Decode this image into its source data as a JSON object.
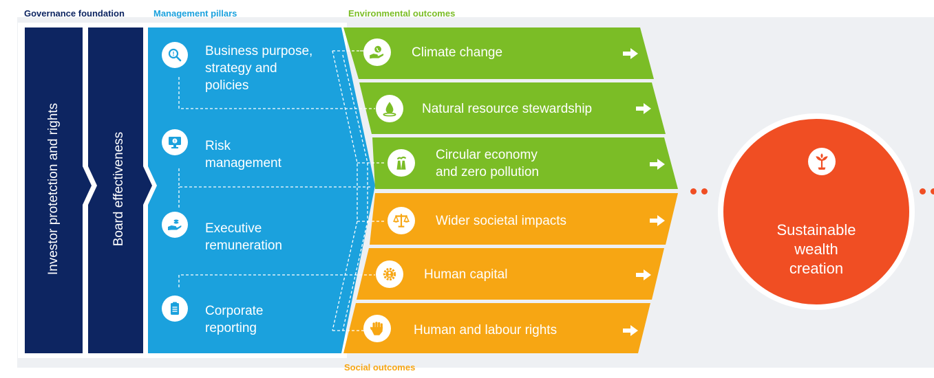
{
  "headers": {
    "governance": "Governance foundation",
    "management": "Management pillars",
    "environmental": "Environmental outcomes",
    "social": "Social outcomes"
  },
  "governance": [
    {
      "label": "Investor protetction and rights"
    },
    {
      "label": "Board effectiveness"
    }
  ],
  "pillars": [
    {
      "lines": [
        "Business purpose,",
        "strategy and",
        "policies"
      ],
      "icon": "magnifier-icon"
    },
    {
      "lines": [
        "Risk",
        "management"
      ],
      "icon": "monitor-alert-icon"
    },
    {
      "lines": [
        "Executive",
        "remuneration"
      ],
      "icon": "hand-coins-icon"
    },
    {
      "lines": [
        "Corporate",
        "reporting"
      ],
      "icon": "clipboard-icon"
    }
  ],
  "environmental": [
    {
      "lines": [
        "Climate change"
      ],
      "icon": "globe-hand-icon"
    },
    {
      "lines": [
        "Natural resource stewardship"
      ],
      "icon": "water-drop-icon"
    },
    {
      "lines": [
        "Circular economy",
        "and zero pollution"
      ],
      "icon": "factory-icon"
    }
  ],
  "social": [
    {
      "lines": [
        "Wider societal impacts"
      ],
      "icon": "scales-icon"
    },
    {
      "lines": [
        "Human capital"
      ],
      "icon": "gear-person-icon"
    },
    {
      "lines": [
        "Human and labour rights"
      ],
      "icon": "raised-fist-icon"
    }
  ],
  "result": {
    "label": "Sustainable\nwealth\ncreation",
    "icon": "seedling-icon"
  },
  "colors": {
    "navy": "#0d2561",
    "blue": "#1ba1dd",
    "green": "#7bbd26",
    "orange": "#f7a613",
    "red": "#f04e23",
    "background": "#eef0f3"
  }
}
